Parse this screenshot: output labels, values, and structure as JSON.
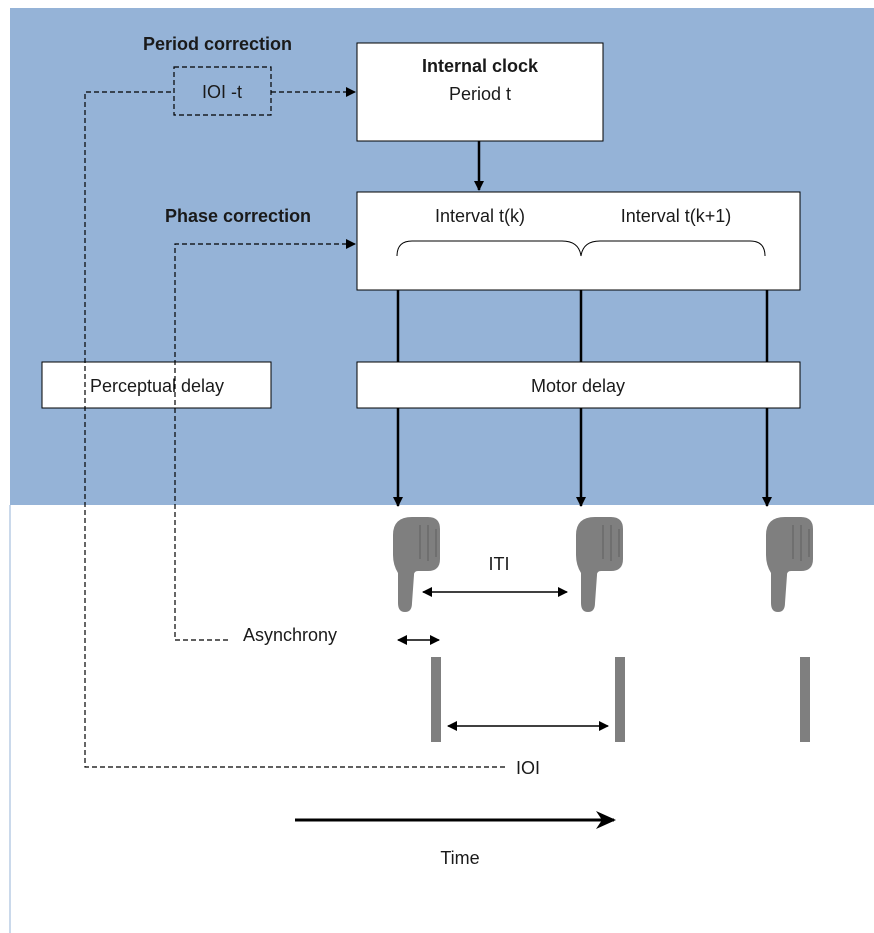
{
  "colors": {
    "top_band": "#95b3d7",
    "box_fill": "#ffffff",
    "line": "#000000",
    "finger": "#7f7f7f",
    "tone_bar": "#7f7f7f"
  },
  "labels": {
    "period_correction": "Period correction",
    "ioi_minus_t": "IOI -t",
    "internal_clock_title": "Internal clock",
    "internal_clock_sub": "Period t",
    "phase_correction": "Phase correction",
    "interval_k": "Interval t(k)",
    "interval_k1": "Interval t(k+1)",
    "perceptual_delay": "Perceptual delay",
    "motor_delay": "Motor delay",
    "iti": "ITI",
    "asynchrony": "Asynchrony",
    "ioi": "IOI",
    "time": "Time"
  },
  "icons": [
    "pointing-finger-icon",
    "pointing-finger-icon",
    "pointing-finger-icon"
  ]
}
